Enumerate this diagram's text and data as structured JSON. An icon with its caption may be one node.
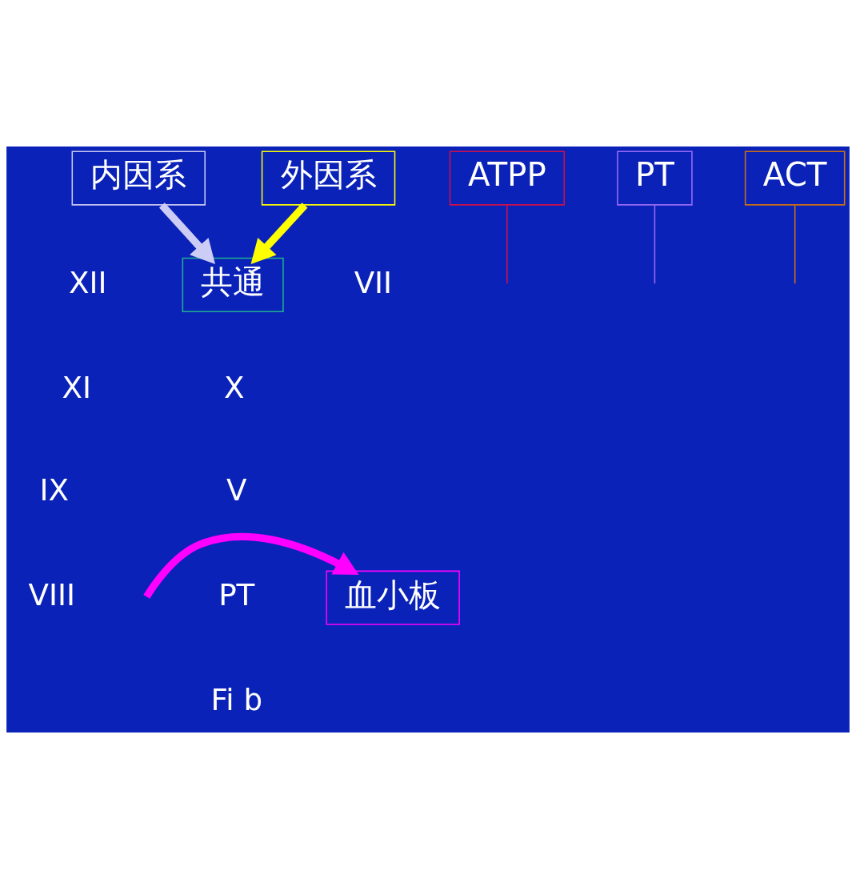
{
  "diagram": {
    "nodes": [
      {
        "text": [
          "内因系"
        ]
      },
      {
        "text": [
          "外因系"
        ]
      },
      {
        "text": [
          "ATPP"
        ]
      },
      {
        "text": [
          "PT"
        ]
      },
      {
        "text": [
          "ACT"
        ]
      },
      {
        "text": [
          "共通"
        ]
      },
      {
        "text": [
          "血小板"
        ]
      }
    ],
    "edges": [
      {
        "from": 0,
        "to": 5,
        "arrow": "to",
        "style": "thick",
        "color": "#ccccf5"
      },
      {
        "from": 1,
        "to": 5,
        "arrow": "to",
        "style": "thick",
        "color": "#ffff00"
      },
      {
        "from": null,
        "to": 6,
        "arrow": "to",
        "style": "thick",
        "color": "#ff00ff"
      },
      {
        "from": 2,
        "to": null,
        "arrow": "none",
        "color": "#d0104a"
      },
      {
        "from": 3,
        "to": null,
        "arrow": "none",
        "color": "#9a6af5"
      },
      {
        "from": 4,
        "to": null,
        "arrow": "none",
        "color": "#d07010"
      }
    ],
    "labels": [
      "XII",
      "XI",
      "IX",
      "VIII",
      "VII",
      "X",
      "V",
      "PT",
      "Fi b"
    ]
  }
}
